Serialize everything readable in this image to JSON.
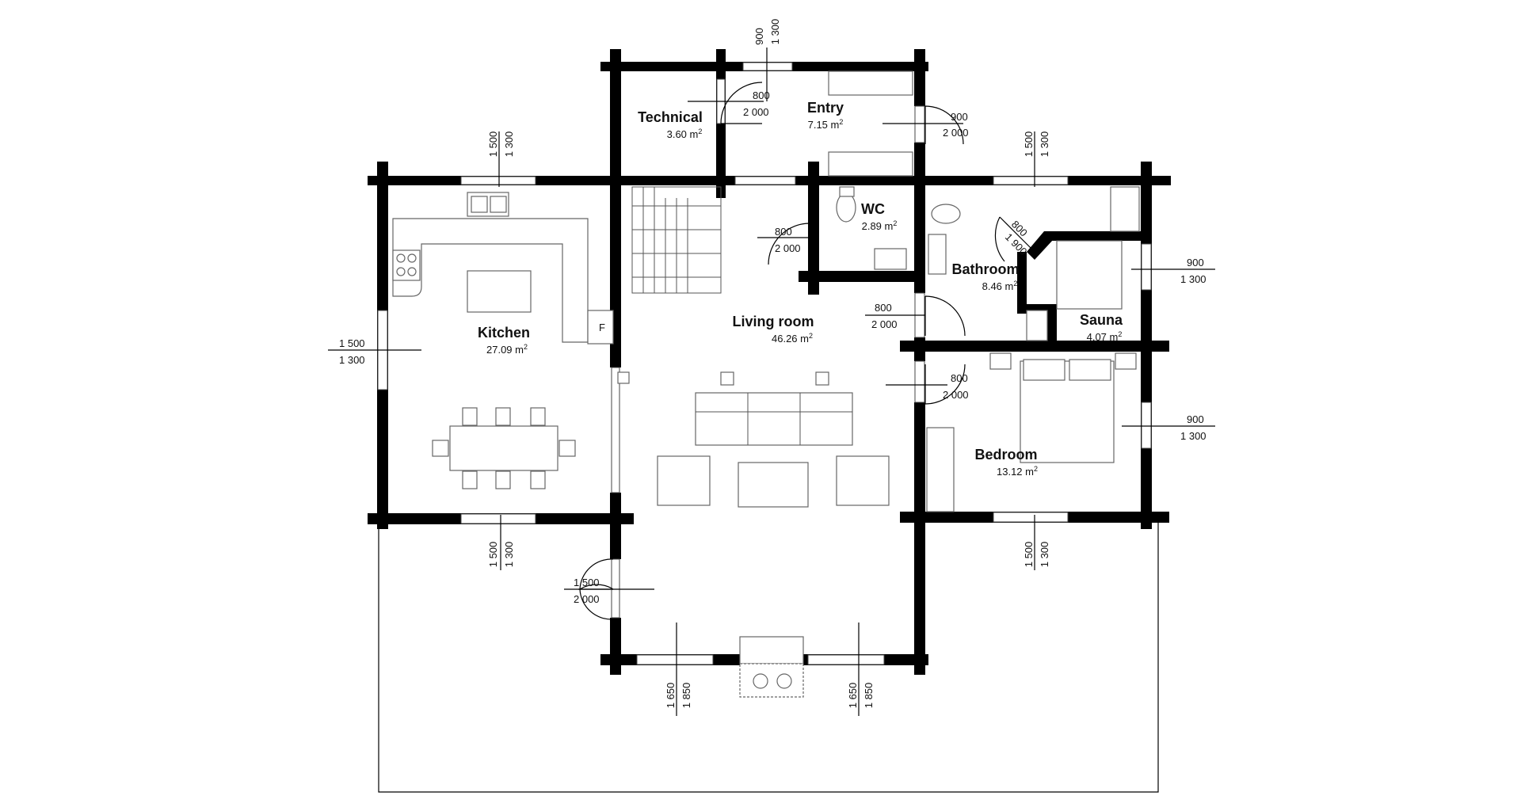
{
  "rooms": {
    "technical": {
      "name": "Technical",
      "area": "3.60 m",
      "sup": "2"
    },
    "entry": {
      "name": "Entry",
      "area": "7.15 m",
      "sup": "2"
    },
    "wc": {
      "name": "WC",
      "area": "2.89 m",
      "sup": "2"
    },
    "kitchen": {
      "name": "Kitchen",
      "area": "27.09 m",
      "sup": "2"
    },
    "living": {
      "name": "Living room",
      "area": "46.26 m",
      "sup": "2"
    },
    "bathroom": {
      "name": "Bathroom",
      "area": "8.46 m",
      "sup": "2"
    },
    "sauna": {
      "name": "Sauna",
      "area": "4.07 m",
      "sup": "2"
    },
    "bedroom": {
      "name": "Bedroom",
      "area": "13.12 m",
      "sup": "2"
    }
  },
  "dims": {
    "top_window_w": "900",
    "top_window_h": "1 300",
    "tech_door_w": "800",
    "tech_door_h": "2 000",
    "entry_door_w": "900",
    "entry_door_h": "2 000",
    "kitchen_top_w": "1 500",
    "kitchen_top_h": "1 300",
    "bath_top_w": "1 500",
    "bath_top_h": "1 300",
    "wc_door_w": "800",
    "wc_door_h": "2 000",
    "sauna_door_w": "800",
    "sauna_door_h": "1 900",
    "right_top_w": "900",
    "right_top_h": "1 300",
    "bath_door_w": "800",
    "bath_door_h": "2 000",
    "kitchen_left_w": "1 500",
    "kitchen_left_h": "1 300",
    "bed_door_w": "800",
    "bed_door_h": "2 000",
    "right_bed_w": "900",
    "right_bed_h": "1 300",
    "kitchen_bot_w": "1 500",
    "kitchen_bot_h": "1 300",
    "bed_bot_w": "1 500",
    "bed_bot_h": "1 300",
    "terrace_door_w": "1 500",
    "terrace_door_h": "2 000",
    "liv_bot1_w": "1 650",
    "liv_bot1_h": "1 850",
    "liv_bot2_w": "1 650",
    "liv_bot2_h": "1 850"
  },
  "fridge_label": "F"
}
